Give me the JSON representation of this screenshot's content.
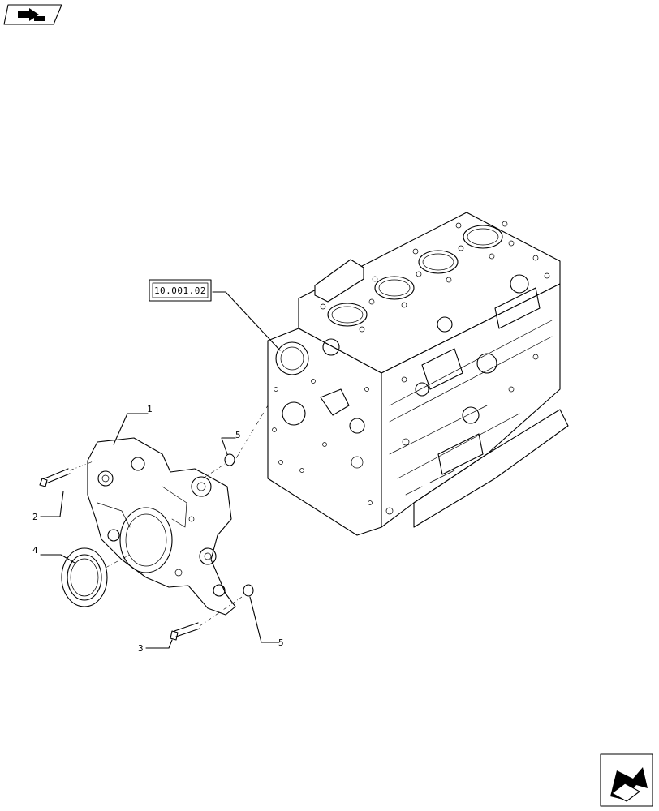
{
  "reference": {
    "code": "10.001.02"
  },
  "callouts": [
    {
      "id": "1",
      "text": "1"
    },
    {
      "id": "2",
      "text": "2"
    },
    {
      "id": "3",
      "text": "3"
    },
    {
      "id": "4",
      "text": "4"
    },
    {
      "id": "5a",
      "text": "5"
    },
    {
      "id": "5b",
      "text": "5"
    }
  ],
  "icons": {
    "top_left": "previous-page-arrow-icon",
    "bottom_right": "next-page-arrow-icon"
  }
}
